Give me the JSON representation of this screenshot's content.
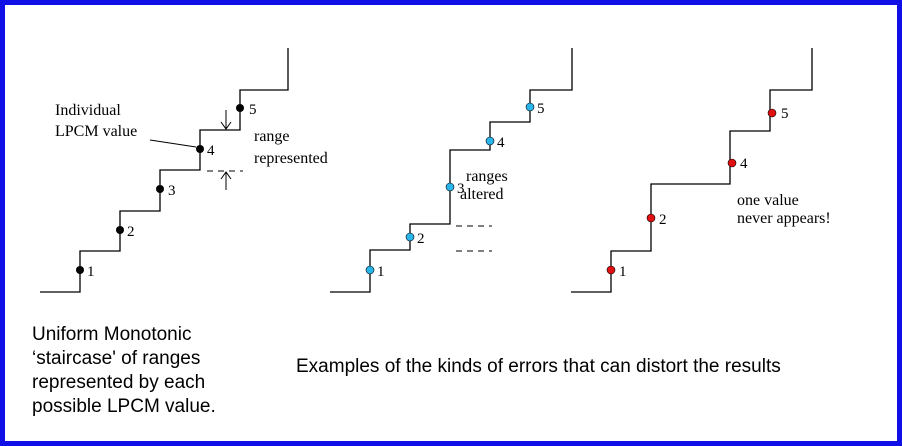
{
  "colors": {
    "border": "#1010e6",
    "point_black": "#000000",
    "point_blue": "#29b6ea",
    "point_red": "#e01010"
  },
  "panel1": {
    "annotation": [
      "Individual",
      "LPCM value"
    ],
    "range_label": [
      "range",
      "represented"
    ],
    "point_labels": [
      "1",
      "2",
      "3",
      "4",
      "5"
    ]
  },
  "panel2": {
    "note": [
      "ranges",
      "altered"
    ],
    "point_labels": [
      "1",
      "2",
      "3",
      "4",
      "5"
    ]
  },
  "panel3": {
    "note": [
      "one value",
      "never appears!"
    ],
    "point_labels": [
      "1",
      "2",
      "4",
      "5"
    ]
  },
  "caption_left": [
    "Uniform Monotonic",
    "‘staircase' of ranges",
    "represented by each",
    "possible LPCM value."
  ],
  "caption_right": "Examples of the kinds of errors that can distort the results"
}
